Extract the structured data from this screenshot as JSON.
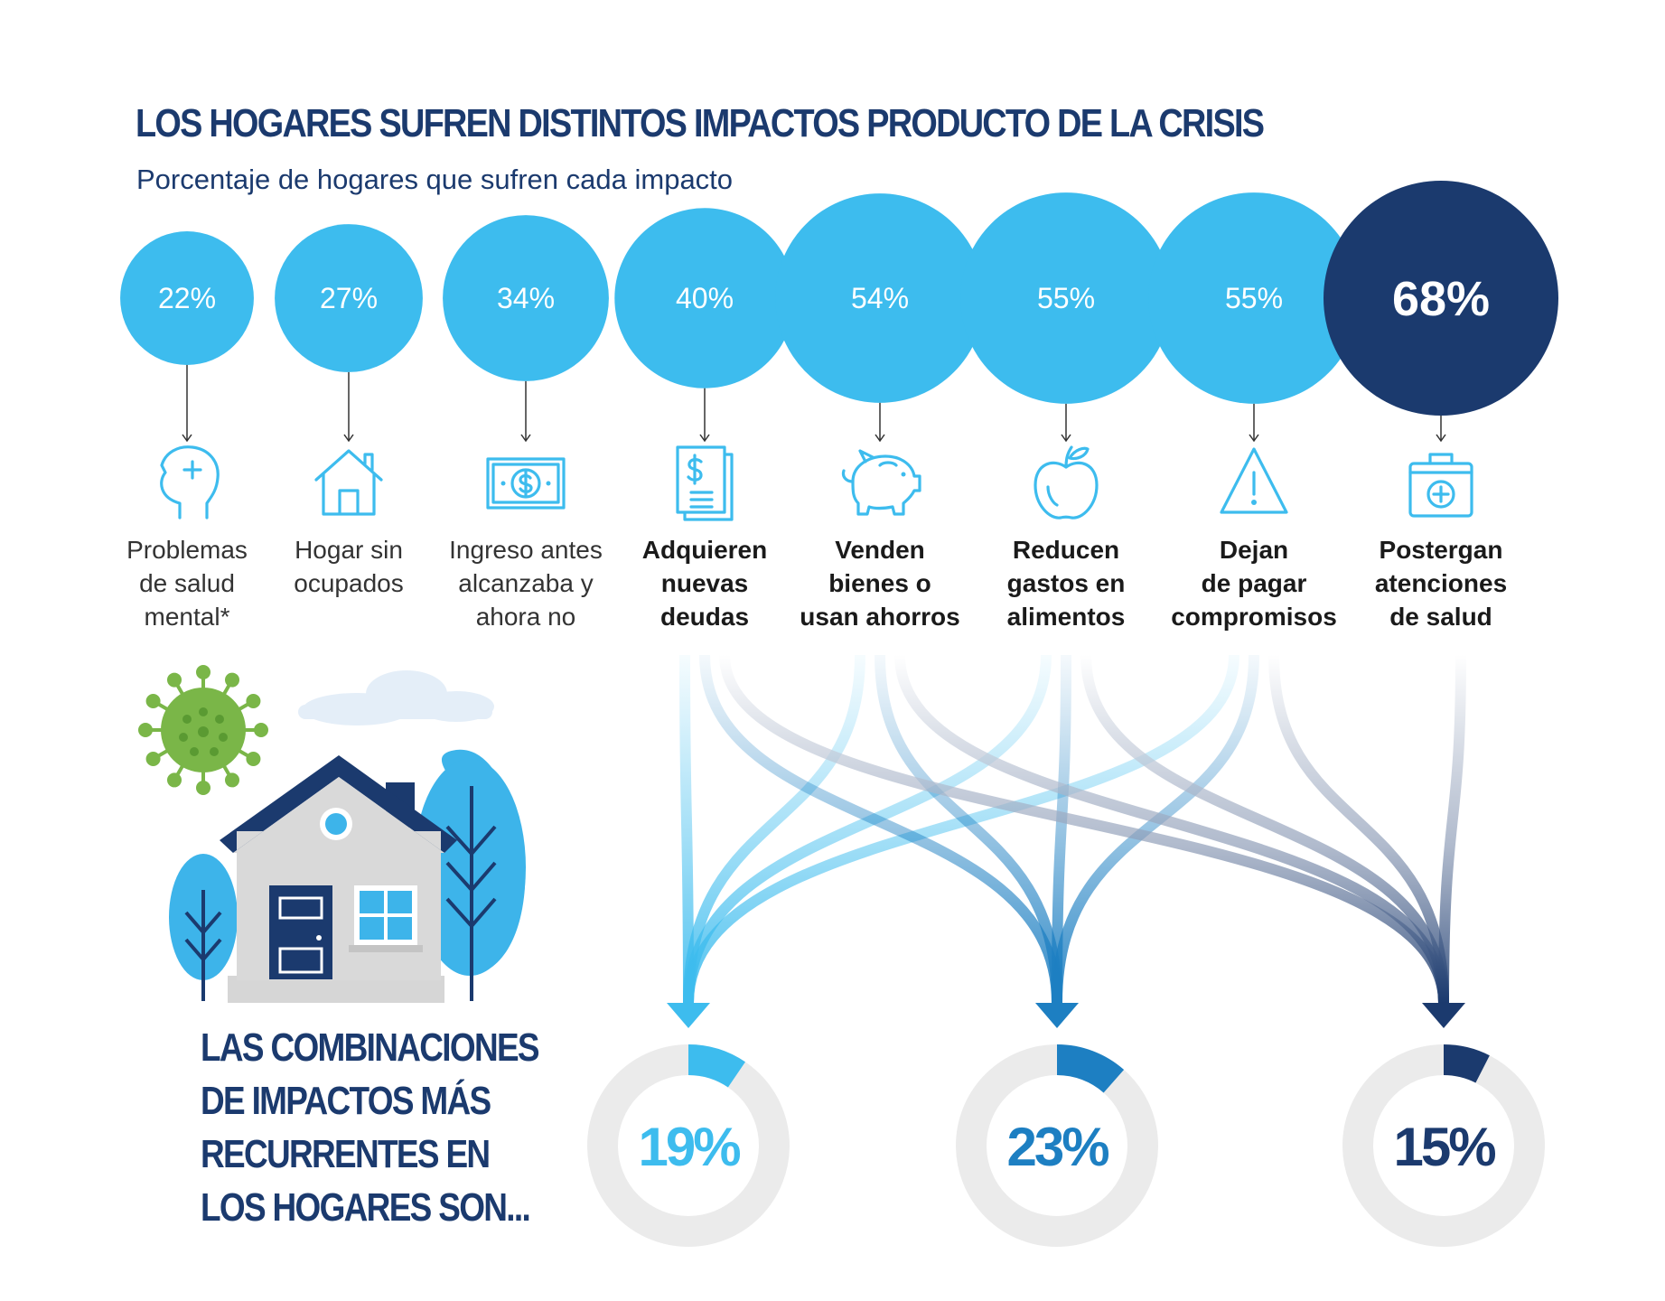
{
  "header": {
    "title": "LOS HOGARES SUFREN DISTINTOS IMPACTOS PRODUCTO DE LA CRISIS",
    "subtitle": "Porcentaje de hogares que sufren cada impacto"
  },
  "colors": {
    "light_blue": "#3dbcee",
    "mid_blue": "#1d7fc2",
    "dark_blue": "#1b3a6e",
    "donut_track": "#ebebeb",
    "virus_green": "#7ab648",
    "tree_blue": "#3db4ea"
  },
  "chart_data": {
    "type": "bubble",
    "unit": "%",
    "series": [
      {
        "name": "Porcentaje de hogares",
        "values": [
          22,
          27,
          34,
          40,
          54,
          55,
          55,
          68
        ]
      }
    ],
    "impacts": [
      {
        "value": 22,
        "value_label": "22%",
        "label_lines": [
          "Problemas",
          "de salud",
          "mental*"
        ],
        "bold": false,
        "icon": "head-plus-icon",
        "highlight": false
      },
      {
        "value": 27,
        "value_label": "27%",
        "label_lines": [
          "Hogar sin",
          "ocupados"
        ],
        "bold": false,
        "icon": "house-icon",
        "highlight": false
      },
      {
        "value": 34,
        "value_label": "34%",
        "label_lines": [
          "Ingreso antes",
          "alcanzaba y",
          "ahora no"
        ],
        "bold": false,
        "icon": "banknote-icon",
        "highlight": false
      },
      {
        "value": 40,
        "value_label": "40%",
        "label_lines": [
          "Adquieren",
          "nuevas",
          "deudas"
        ],
        "bold": true,
        "icon": "document-dollar-icon",
        "highlight": false
      },
      {
        "value": 54,
        "value_label": "54%",
        "label_lines": [
          "Venden",
          "bienes o",
          "usan ahorros"
        ],
        "bold": true,
        "icon": "piggy-bank-icon",
        "highlight": false
      },
      {
        "value": 55,
        "value_label": "55%",
        "label_lines": [
          "Reducen",
          "gastos en",
          "alimentos"
        ],
        "bold": true,
        "icon": "apple-icon",
        "highlight": false
      },
      {
        "value": 55,
        "value_label": "55%",
        "label_lines": [
          "Dejan",
          "de pagar",
          "compromisos"
        ],
        "bold": true,
        "icon": "warning-triangle-icon",
        "highlight": false
      },
      {
        "value": 68,
        "value_label": "68%",
        "label_lines": [
          "Postergan",
          "atenciones",
          "de salud"
        ],
        "bold": true,
        "icon": "medical-kit-icon",
        "highlight": true
      }
    ],
    "combinations": [
      {
        "value": 19,
        "value_label": "19%",
        "color": "#3dbcee",
        "from_impacts": [
          3,
          4,
          5,
          6
        ]
      },
      {
        "value": 23,
        "value_label": "23%",
        "color": "#1d7fc2",
        "from_impacts": [
          3,
          4,
          5,
          6
        ]
      },
      {
        "value": 15,
        "value_label": "15%",
        "color": "#1b3a6e",
        "from_impacts": [
          3,
          4,
          5,
          6,
          7
        ]
      }
    ]
  },
  "combinations_title": {
    "lines": [
      "LAS COMBINACIONES",
      "DE IMPACTOS MÁS",
      "RECURRENTES EN",
      "LOS HOGARES SON..."
    ]
  }
}
